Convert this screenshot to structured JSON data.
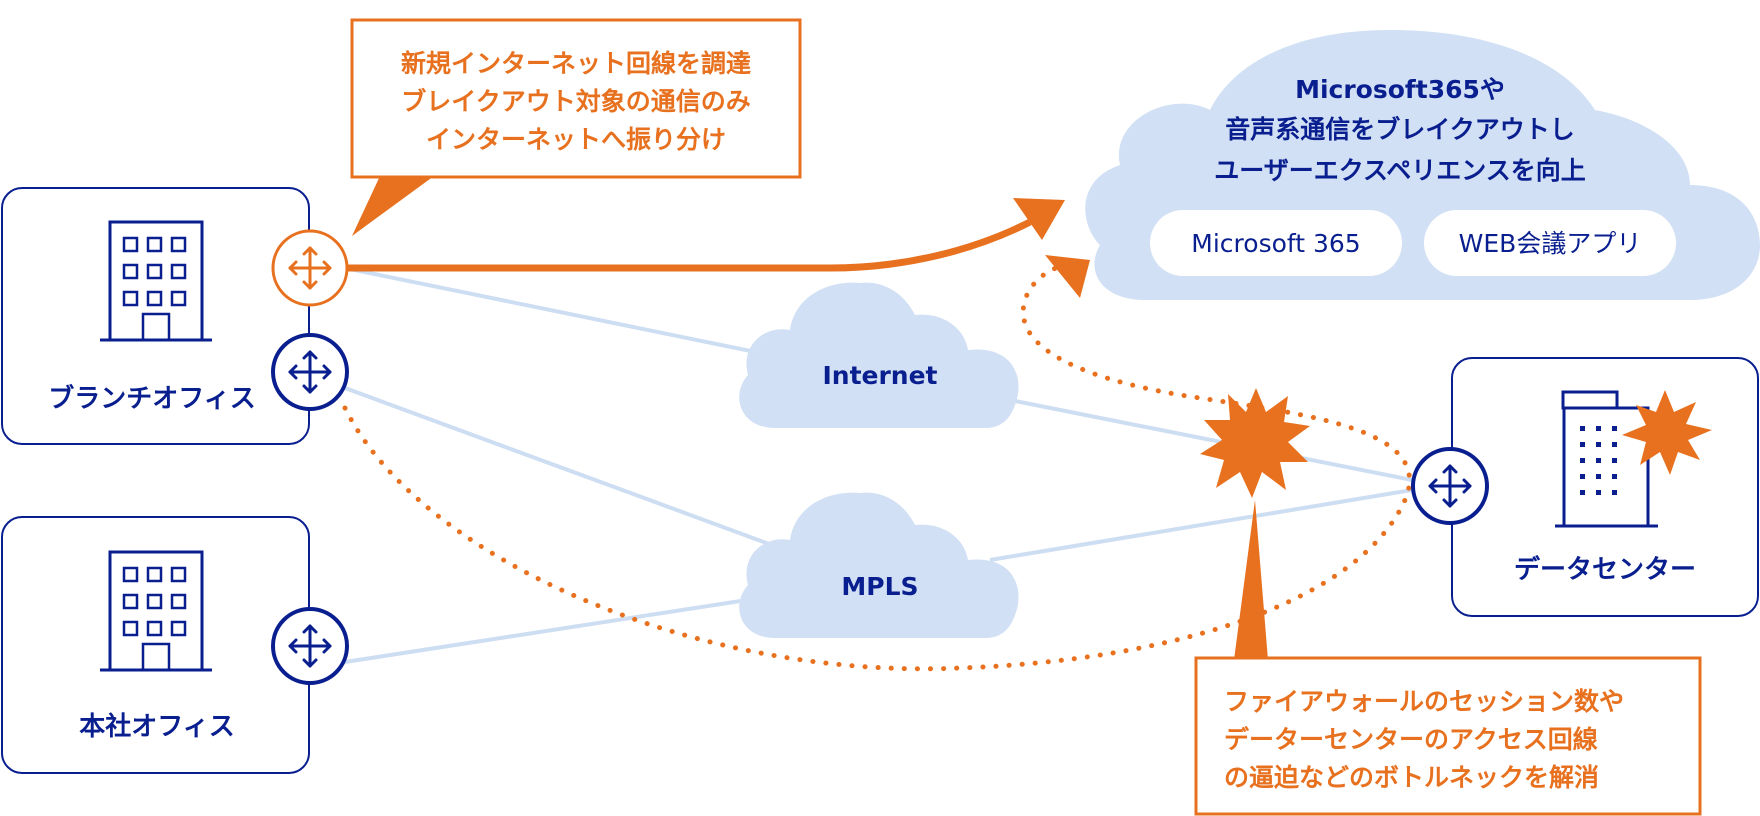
{
  "branch_office": {
    "label": "ブランチオフィス"
  },
  "head_office": {
    "label": "本社オフィス"
  },
  "data_center": {
    "label": "データセンター"
  },
  "networks": {
    "internet": "Internet",
    "mpls": "MPLS"
  },
  "cloud_services": {
    "description_lines": [
      "Microsoft365や",
      "音声系通信をブレイクアウトし",
      "ユーザーエクスペリエンスを向上"
    ],
    "apps": [
      "Microsoft 365",
      "WEB会議アプリ"
    ]
  },
  "callouts": {
    "breakout": {
      "lines": [
        "新規インターネット回線を調達",
        "ブレイクアウト対象の通信のみ",
        "インターネットへ振り分け"
      ]
    },
    "bottleneck": {
      "lines": [
        "ファイアウォールのセッション数や",
        "データーセンターのアクセス回線",
        "の逼迫などのボトルネックを解消"
      ]
    }
  },
  "colors": {
    "navy": "#0a1f8f",
    "orange": "#e8711f",
    "light_blue": "#d1e0f4",
    "line_blue": "#cdddf2"
  },
  "icons": {
    "router": "router-arrows-icon",
    "building": "building-icon",
    "explosion": "explosion-icon"
  }
}
